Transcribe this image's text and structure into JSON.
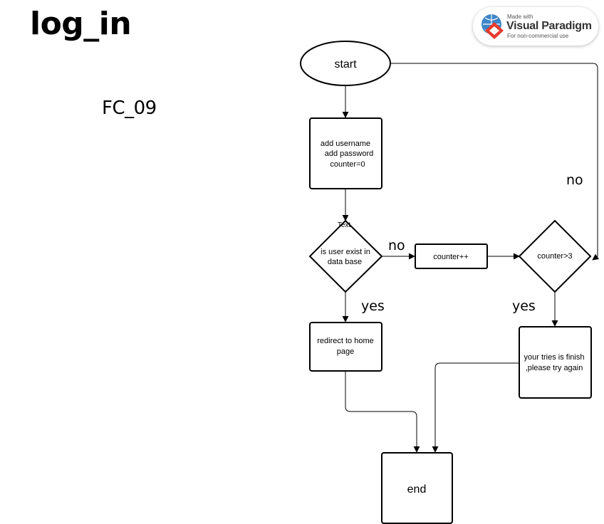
{
  "title": "log_in",
  "subtitle": "FC_09",
  "badge": {
    "made_with": "Made with",
    "brand": "Visual Paradigm",
    "note": "For non-commercial use"
  },
  "flowchart": {
    "start": "start",
    "input": [
      "add username",
      "add password",
      "counter=0"
    ],
    "decision_label": "Text",
    "decision": [
      "is user exist in",
      "data base"
    ],
    "redirect": [
      "redirect to home",
      "page"
    ],
    "counter_inc": "counter++",
    "counter_check": "counter>3",
    "tries": [
      "your tries is finish",
      ",please try again"
    ],
    "end": "end",
    "edge_no_1": "no",
    "edge_yes_1": "yes",
    "edge_no_2": "no",
    "edge_yes_2": "yes"
  }
}
